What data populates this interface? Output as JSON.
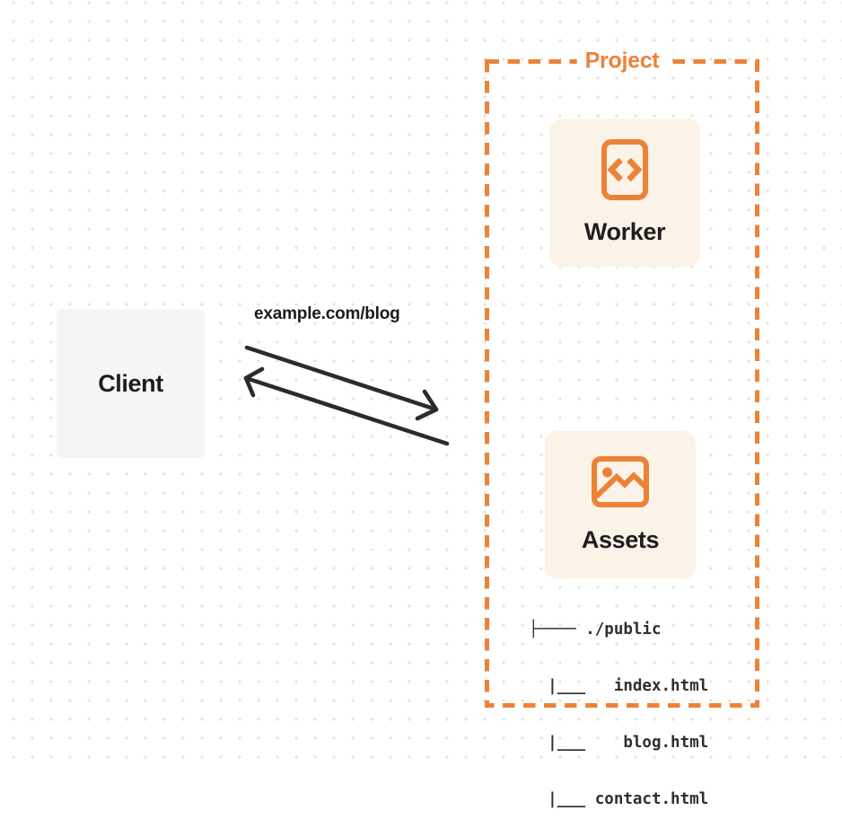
{
  "colors": {
    "accent_orange": "#ED8237",
    "card_background": "#FCF3E8",
    "client_background": "#F5F5F6",
    "text_dark": "#1E1E20",
    "arrow": "#2B2B2B",
    "dot_grid": "#E3E3E6"
  },
  "client": {
    "label": "Client"
  },
  "request": {
    "url": "example.com/blog"
  },
  "project": {
    "label": "Project",
    "worker": {
      "label": "Worker",
      "icon": "code-file-icon"
    },
    "assets": {
      "label": "Assets",
      "icon": "image-icon",
      "file_tree": [
        "├──── ./public",
        "  |___   index.html",
        "  |___    blog.html",
        "  |___ contact.html"
      ]
    }
  }
}
